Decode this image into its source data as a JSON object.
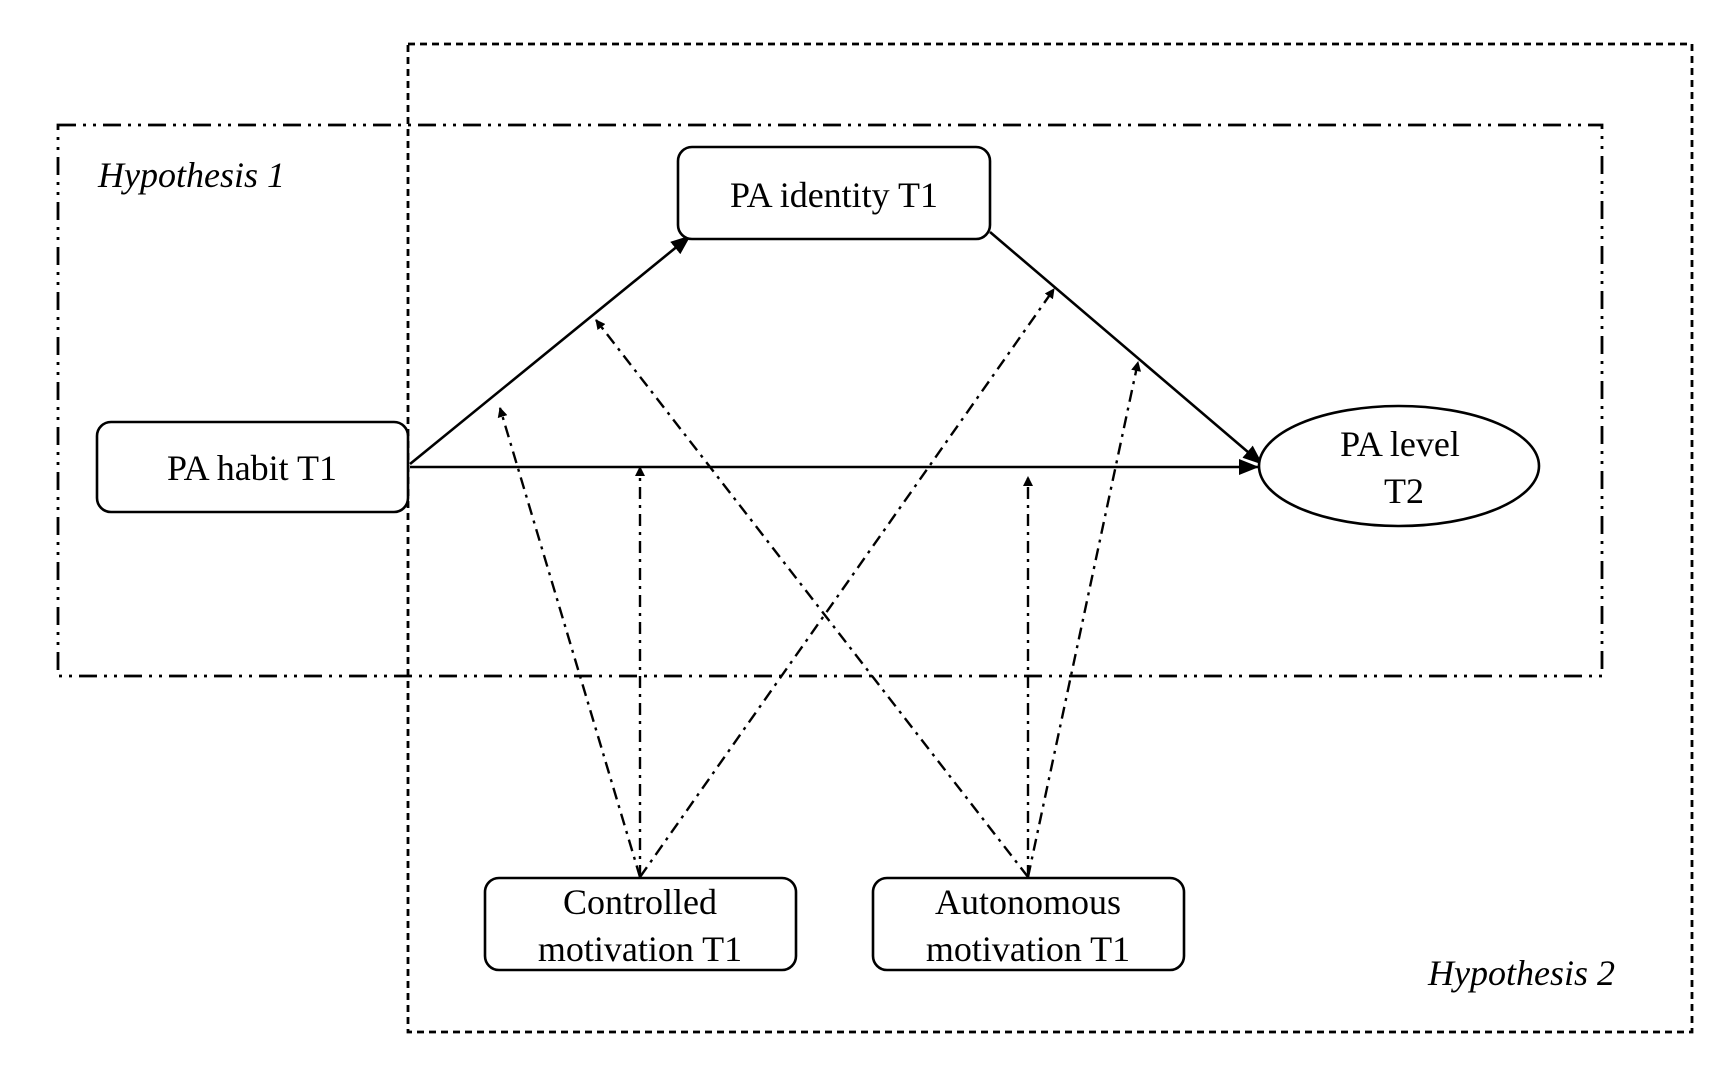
{
  "hypotheses": {
    "h1_label": "Hypothesis 1",
    "h2_label": "Hypothesis 2"
  },
  "nodes": {
    "pa_identity": {
      "label": "PA identity T1"
    },
    "pa_habit": {
      "label": "PA habit T1"
    },
    "pa_level": {
      "line1": "PA level",
      "line2": "T2"
    },
    "controlled": {
      "line1": "Controlled",
      "line2": "motivation T1"
    },
    "autonomous": {
      "line1": "Autonomous",
      "line2": "motivation T1"
    }
  }
}
